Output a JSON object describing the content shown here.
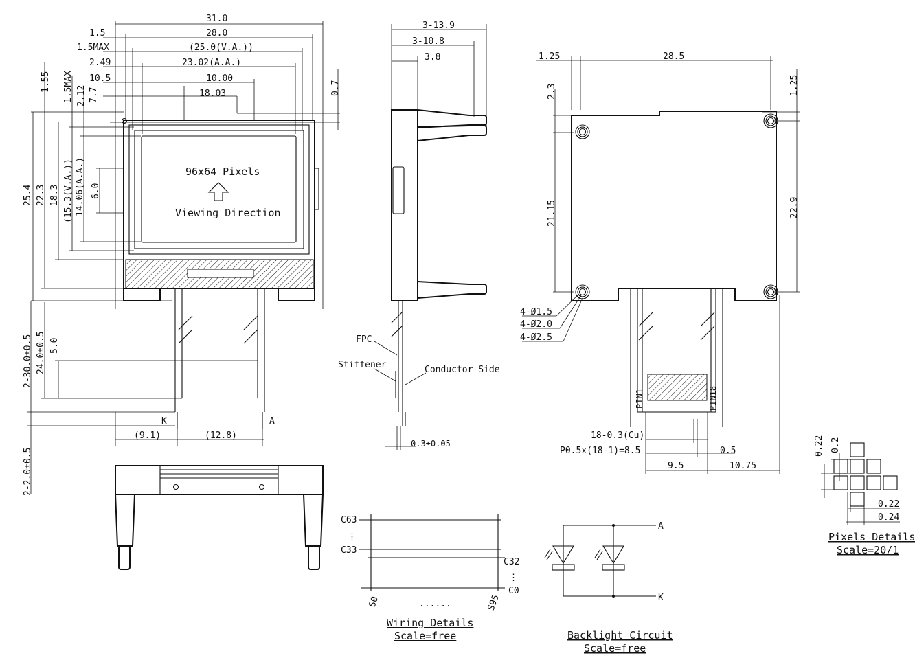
{
  "front_view": {
    "dims_horizontal": [
      "31.0",
      "1.5",
      "28.0",
      "1.5MAX",
      "(25.0(V.A.))",
      "2.49",
      "23.02(A.A.)",
      "10.5",
      "10.00",
      "7.7",
      "18.03"
    ],
    "dims_vertical": [
      "1.55",
      "1.5MAX",
      "2.12",
      "0.7",
      "25.4",
      "22.3",
      "18.3",
      "(15.3(V.A.))",
      "14.06(A.A.)",
      "6.0",
      "2-30.0±0.5",
      "24.0±0.5",
      "5.0",
      "2-2.0±0.5"
    ],
    "pixels_label": "96x64 Pixels",
    "direction_label": "Viewing Direction",
    "pin_k": "K",
    "pin_a": "A",
    "dim_91": "(9.1)",
    "dim_128": "(12.8)"
  },
  "side_view": {
    "dims": [
      "3-13.9",
      "3-10.8",
      "3.8"
    ],
    "fpc": "FPC",
    "stiffener": "Stiffener",
    "conductor_side": "Conductor Side",
    "thickness": "0.3±0.05"
  },
  "back_view": {
    "dims_horizontal": [
      "1.25",
      "28.5"
    ],
    "dims_vertical": [
      "2.3",
      "1.25",
      "21.15",
      "22.9"
    ],
    "holes": [
      "4-Ø1.5",
      "4-Ø2.0",
      "4-Ø2.5"
    ],
    "pin1": "PIN1",
    "pin18": "PIN18",
    "pitch_cu": "18-0.3(Cu)",
    "pitch_total": "P0.5x(18-1)=8.5",
    "dim_05": "0.5",
    "dim_95": "9.5",
    "dim_1075": "10.75"
  },
  "pixels_details": {
    "dims": [
      "0.22",
      "0.2",
      "0.22",
      "0.24"
    ],
    "title": "Pixels Details",
    "scale": "Scale=20/1"
  },
  "wiring_details": {
    "c63": "C63",
    "c33": "C33",
    "c32": "C32",
    "c0": "C0",
    "s0": "S0",
    "s95": "S95",
    "dots": "......",
    "title": "Wiring Details",
    "scale": "Scale=free"
  },
  "backlight_circuit": {
    "a": "A",
    "k": "K",
    "title": "Backlight Circuit",
    "scale": "Scale=free"
  }
}
